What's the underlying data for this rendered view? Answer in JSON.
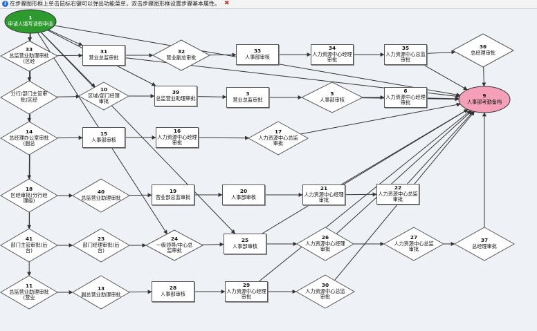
{
  "hint": {
    "text": "在步骤图形框上单击鼠标右键可以弹出功能菜单，双击步骤图形框设置步骤基本属性。"
  },
  "colors": {
    "start_fill": "#2d9a2d",
    "end_fill": "#f4a0b8",
    "line": "#333333"
  },
  "nodes": [
    {
      "id": "1",
      "label": "申请人填写请假申请",
      "shape": "oval-g"
    },
    {
      "id": "33",
      "label": "总监营业助理审批(区经",
      "shape": "diamond"
    },
    {
      "id": "31",
      "label": "营业总监审批",
      "shape": "rect"
    },
    {
      "id": "32",
      "label": "营业副总审批",
      "shape": "diamond"
    },
    {
      "id": "33",
      "label": "人事部审核",
      "shape": "rect"
    },
    {
      "id": "34",
      "label": "人力资源中心经理审批",
      "shape": "rect"
    },
    {
      "id": "35",
      "label": "人力资源中心总监审批",
      "shape": "rect"
    },
    {
      "id": "36",
      "label": "总经理审批",
      "shape": "diamond"
    },
    {
      "id": "",
      "label": "分行/部门主管审批(区经",
      "shape": "diamond"
    },
    {
      "id": "10",
      "label": "区域/部门经理审批",
      "shape": "diamond"
    },
    {
      "id": "39",
      "label": "总监营业助理审批",
      "shape": "rect"
    },
    {
      "id": "3",
      "label": "营业总监审批",
      "shape": "rect"
    },
    {
      "id": "5",
      "label": "人事部审核",
      "shape": "diamond"
    },
    {
      "id": "6",
      "label": "人力资源中心经理审批",
      "shape": "rect"
    },
    {
      "id": "9",
      "label": "人事部考勤备档",
      "shape": "oval-p"
    },
    {
      "id": "14",
      "label": "总经理办公室审批(副总",
      "shape": "diamond"
    },
    {
      "id": "15",
      "label": "人事部审核",
      "shape": "rect"
    },
    {
      "id": "16",
      "label": "人力资源中心经理审批",
      "shape": "rect"
    },
    {
      "id": "17",
      "label": "人力资源中心总监审批",
      "shape": "diamond"
    },
    {
      "id": "18",
      "label": "区经审批(分行经理级)",
      "shape": "diamond"
    },
    {
      "id": "40",
      "label": "总监营业助理审批",
      "shape": "diamond"
    },
    {
      "id": "19",
      "label": "营业部总监审批",
      "shape": "rect"
    },
    {
      "id": "20",
      "label": "人事部审核",
      "shape": "rect"
    },
    {
      "id": "21",
      "label": "人力资源中心经理审批",
      "shape": "rect"
    },
    {
      "id": "22",
      "label": "人力资源中心总监审批",
      "shape": "rect"
    },
    {
      "id": "41",
      "label": "部门主管审批(后台)",
      "shape": "diamond"
    },
    {
      "id": "23",
      "label": "部门经理审批(后台)",
      "shape": "diamond"
    },
    {
      "id": "24",
      "label": "一级领导/中心总监审批",
      "shape": "diamond"
    },
    {
      "id": "25",
      "label": "人事部审核",
      "shape": "rect"
    },
    {
      "id": "26",
      "label": "人力资源中心经理审批",
      "shape": "diamond"
    },
    {
      "id": "27",
      "label": "人力资源中心总监审批",
      "shape": "diamond"
    },
    {
      "id": "37",
      "label": "总经理审批",
      "shape": "diamond"
    },
    {
      "id": "11",
      "label": "总监营业助理审批(营业",
      "shape": "diamond"
    },
    {
      "id": "13",
      "label": "副总营业助理审批",
      "shape": "diamond"
    },
    {
      "id": "28",
      "label": "人事部审核",
      "shape": "rect"
    },
    {
      "id": "29",
      "label": "人力资源中心经理审批",
      "shape": "rect"
    },
    {
      "id": "30",
      "label": "人力资源中心总监审批",
      "shape": "diamond"
    }
  ],
  "edges": [
    [
      0,
      1
    ],
    [
      0,
      8
    ],
    [
      0,
      15
    ],
    [
      0,
      19
    ],
    [
      0,
      25
    ],
    [
      0,
      32
    ],
    [
      0,
      2
    ],
    [
      0,
      9
    ],
    [
      0,
      10
    ],
    [
      0,
      14
    ],
    [
      0,
      28
    ],
    [
      0,
      27
    ],
    [
      1,
      2
    ],
    [
      2,
      3
    ],
    [
      3,
      4
    ],
    [
      4,
      5
    ],
    [
      5,
      6
    ],
    [
      6,
      7
    ],
    [
      7,
      14
    ],
    [
      6,
      14
    ],
    [
      2,
      14
    ],
    [
      8,
      9
    ],
    [
      9,
      10
    ],
    [
      10,
      11
    ],
    [
      11,
      12
    ],
    [
      12,
      13
    ],
    [
      13,
      14
    ],
    [
      12,
      14
    ],
    [
      15,
      16
    ],
    [
      16,
      17
    ],
    [
      17,
      18
    ],
    [
      18,
      14
    ],
    [
      19,
      20
    ],
    [
      20,
      21
    ],
    [
      21,
      22
    ],
    [
      22,
      23
    ],
    [
      23,
      24
    ],
    [
      24,
      14
    ],
    [
      23,
      14
    ],
    [
      25,
      26
    ],
    [
      26,
      27
    ],
    [
      27,
      28
    ],
    [
      28,
      29
    ],
    [
      29,
      30
    ],
    [
      30,
      31
    ],
    [
      31,
      14
    ],
    [
      29,
      14
    ],
    [
      28,
      14
    ],
    [
      32,
      33
    ],
    [
      33,
      34
    ],
    [
      34,
      35
    ],
    [
      35,
      36
    ],
    [
      36,
      14
    ],
    [
      35,
      14
    ]
  ]
}
